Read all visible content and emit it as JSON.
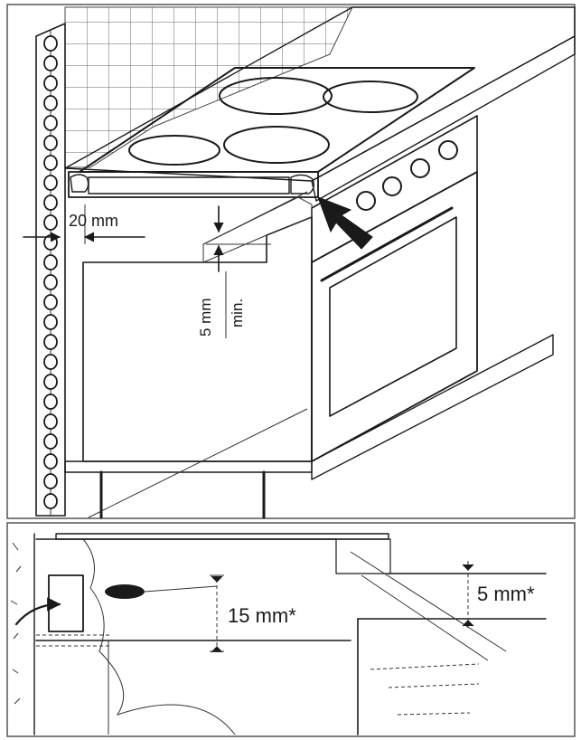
{
  "labels": {
    "side_gap": "20 mm",
    "vertical_gap_value": "5 mm",
    "vertical_gap_qualifier": "min.",
    "lower_left_gap": "15 mm*",
    "lower_right_gap": "5 mm*"
  },
  "colors": {
    "line": "#1a1a1a",
    "hatch": "#9a9a9a",
    "background": "#ffffff"
  }
}
